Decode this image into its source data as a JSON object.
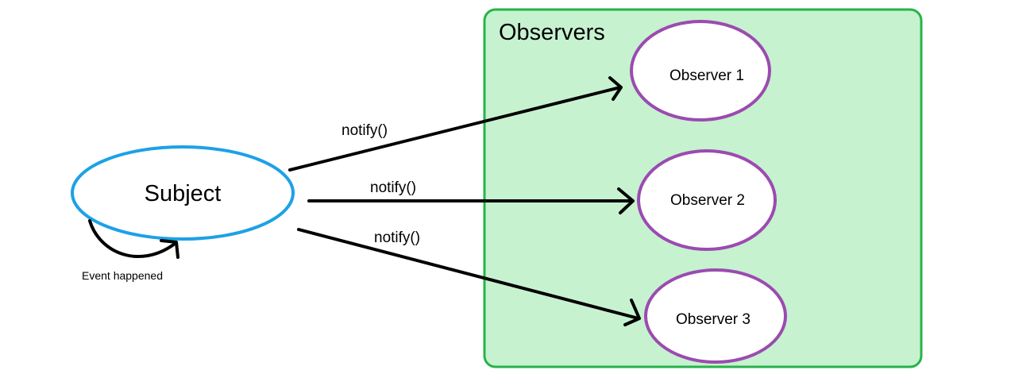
{
  "diagram": {
    "group": {
      "title": "Observers",
      "fill": "#c6f2d0",
      "stroke": "#27b34a"
    },
    "subject": {
      "label": "Subject",
      "stroke": "#1da1e6",
      "self_loop_label": "Event happened"
    },
    "observers": [
      {
        "label": "Observer 1"
      },
      {
        "label": "Observer 2"
      },
      {
        "label": "Observer 3"
      }
    ],
    "observer_stroke": "#9b4bb0",
    "edges": [
      {
        "label": "notify()",
        "from": "subject",
        "to": "observer-1"
      },
      {
        "label": "notify()",
        "from": "subject",
        "to": "observer-2"
      },
      {
        "label": "notify()",
        "from": "subject",
        "to": "observer-3"
      }
    ]
  }
}
